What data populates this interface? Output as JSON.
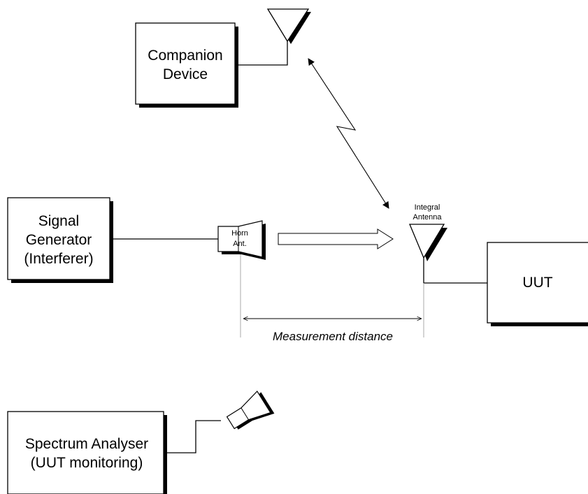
{
  "companion_device": {
    "line1": "Companion",
    "line2": "Device"
  },
  "signal_generator": {
    "line1": "Signal",
    "line2": "Generator",
    "line3": "(Interferer)"
  },
  "horn_antenna": {
    "line1": "Horn",
    "line2": "Ant."
  },
  "integral_antenna": {
    "line1": "Integral",
    "line2": "Antenna"
  },
  "uut": {
    "label": "UUT"
  },
  "measurement": {
    "label": "Measurement distance"
  },
  "spectrum_analyser": {
    "line1": "Spectrum Analyser",
    "line2": "(UUT monitoring)"
  }
}
